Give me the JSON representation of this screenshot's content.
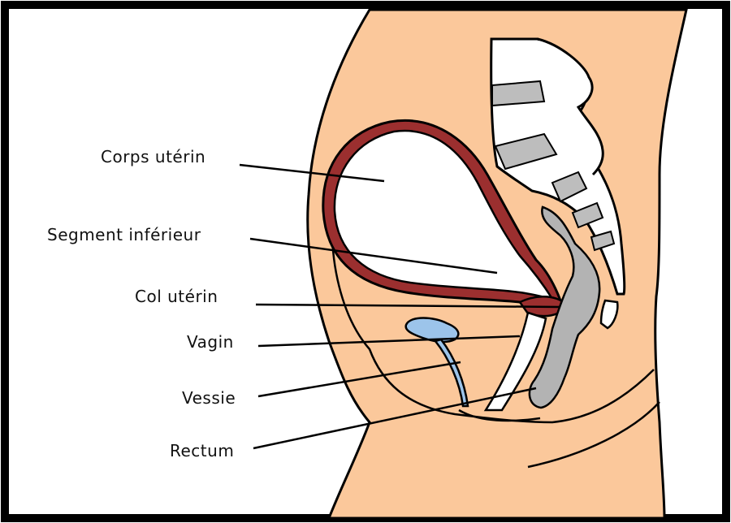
{
  "labels": {
    "corps_uterin": "Corps utérin",
    "segment_inferieur": "Segment inférieur",
    "col_uterin": "Col utérin",
    "vagin": "Vagin",
    "vessie": "Vessie",
    "rectum": "Rectum"
  },
  "colors": {
    "frame": "#000000",
    "skin": "#fbc89b",
    "uterine_wall": "#9b2f2f",
    "bladder": "#9cc4ea",
    "rectum": "#b3b3b3",
    "vertebra_disc": "#bdbdbd",
    "bone": "#ffffff",
    "outline": "#000000"
  }
}
